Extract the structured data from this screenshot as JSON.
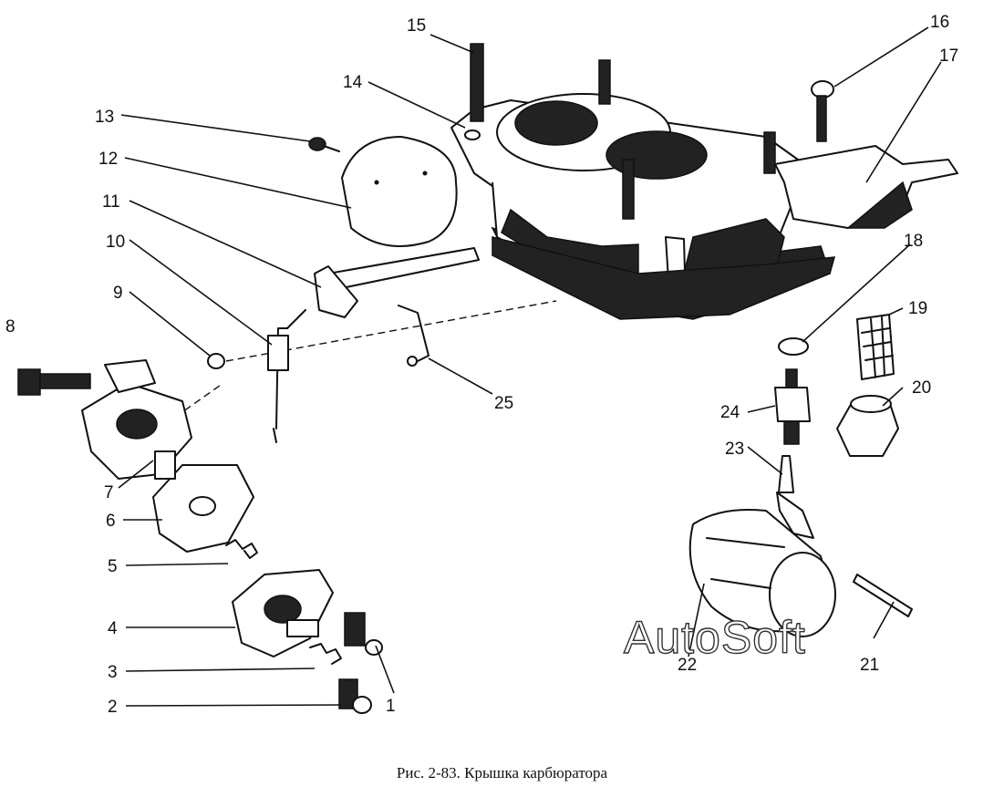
{
  "figure": {
    "caption": "Рис. 2-83. Крышка карбюратора",
    "watermark": "AutoSoft"
  },
  "callouts": [
    "1",
    "2",
    "3",
    "4",
    "5",
    "6",
    "7",
    "8",
    "9",
    "10",
    "11",
    "12",
    "13",
    "14",
    "15",
    "16",
    "17",
    "18",
    "19",
    "20",
    "21",
    "22",
    "23",
    "24",
    "25"
  ]
}
